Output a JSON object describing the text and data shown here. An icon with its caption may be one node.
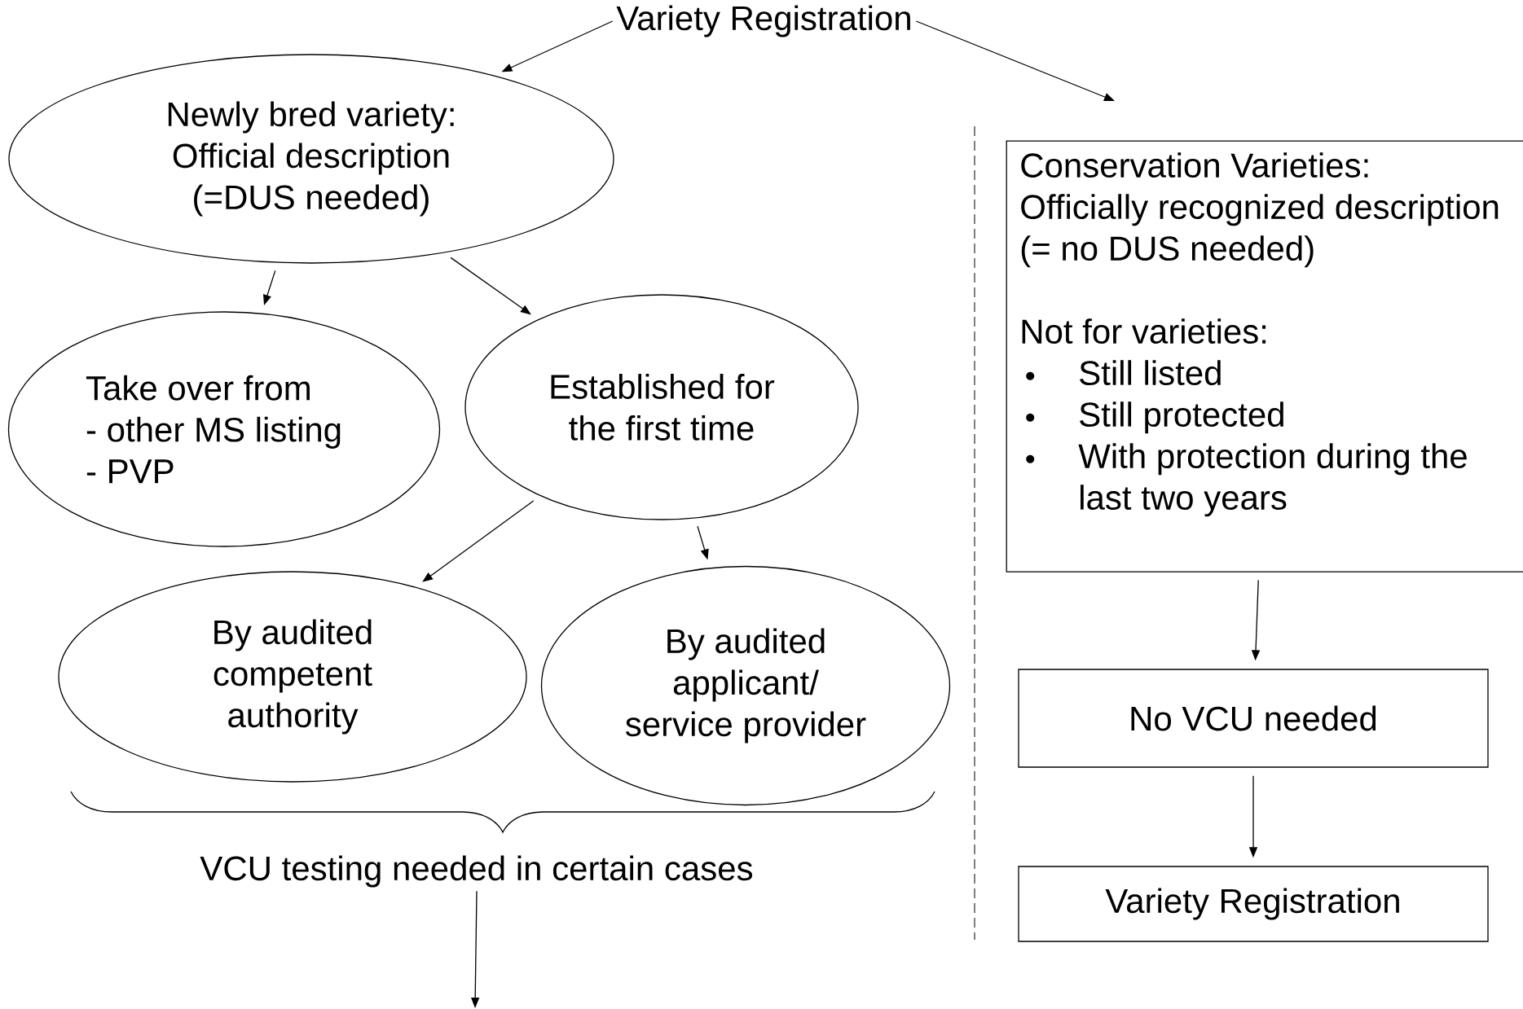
{
  "diagram": {
    "nodes": [
      {
        "text": [
          "Variety Registration"
        ]
      },
      {
        "text": [
          "Newly bred variety: Official description (=DUS needed)"
        ]
      },
      {
        "text": [
          "Take over from",
          "- other MS listing",
          "- PVP"
        ]
      },
      {
        "text": [
          "Established for the first time"
        ]
      },
      {
        "text": [
          "By audited competent authority"
        ]
      },
      {
        "text": [
          "By audited applicant/ service provider"
        ]
      },
      {
        "text": [
          "VCU testing needed in certain cases"
        ]
      },
      {
        "text": [
          "Conservation Varieties:",
          "Officially recognized description (= no DUS needed)",
          "Not for varieties:",
          "Still listed",
          "Still protected",
          "With protection during the last two years"
        ]
      },
      {
        "text": [
          "No VCU needed"
        ]
      },
      {
        "text": [
          "Variety Registration"
        ]
      }
    ],
    "edges": [
      {
        "from": 0,
        "to": 1,
        "arrow": "to"
      },
      {
        "from": 0,
        "to": null,
        "arrow": "to"
      },
      {
        "from": 1,
        "to": 2,
        "arrow": "to"
      },
      {
        "from": 1,
        "to": 3,
        "arrow": "to"
      },
      {
        "from": 3,
        "to": 4,
        "arrow": "to"
      },
      {
        "from": 3,
        "to": 5,
        "arrow": "to"
      },
      {
        "from": 6,
        "to": null,
        "arrow": "to"
      },
      {
        "from": 7,
        "to": 8,
        "arrow": "to"
      },
      {
        "from": 8,
        "to": 9,
        "arrow": "to"
      }
    ]
  }
}
